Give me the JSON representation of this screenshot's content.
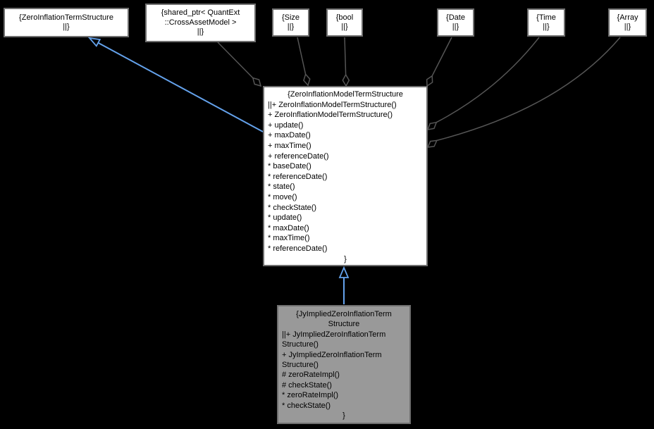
{
  "diagram": {
    "type": "uml-collaboration-graph",
    "colors": {
      "background": "#000000",
      "node_fill": "#ffffff",
      "node_border": "#6f6f6f",
      "derived_node_fill": "#999999",
      "aggregation_edge": "#555555",
      "inheritance_edge": "#64a2ec",
      "text": "#000000"
    },
    "nodes": {
      "base": {
        "line1": "{ZeroInflationTermStructure",
        "line2": "||}"
      },
      "shared_ptr": {
        "line1": "{shared_ptr< QuantExt",
        "line2": "::CrossAssetModel >",
        "line3": "||}"
      },
      "size": {
        "line1": "{Size",
        "line2": "||}"
      },
      "bool": {
        "line1": "{bool",
        "line2": "||}"
      },
      "date": {
        "line1": "{Date",
        "line2": "||}"
      },
      "time": {
        "line1": "{Time",
        "line2": "||}"
      },
      "array": {
        "line1": "{Array",
        "line2": "||}"
      },
      "model": {
        "title": "{ZeroInflationModelTermStructure",
        "members": [
          "||+ ZeroInflationModelTermStructure()",
          "+ ZeroInflationModelTermStructure()",
          "+ update()",
          "+ maxDate()",
          "+ maxTime()",
          "+ referenceDate()",
          "* baseDate()",
          "* referenceDate()",
          "* state()",
          "* move()",
          "* checkState()",
          "* update()",
          "* maxDate()",
          "* maxTime()",
          "* referenceDate()"
        ],
        "closing": "}"
      },
      "jy": {
        "title_line1": "{JyImpliedZeroInflationTerm",
        "title_line2": "Structure",
        "members": [
          "||+ JyImpliedZeroInflationTerm",
          "Structure()",
          "+ JyImpliedZeroInflationTerm",
          "Structure()",
          "# zeroRateImpl()",
          "# checkState()",
          "* zeroRateImpl()",
          "* checkState()"
        ],
        "closing": "}"
      }
    }
  }
}
